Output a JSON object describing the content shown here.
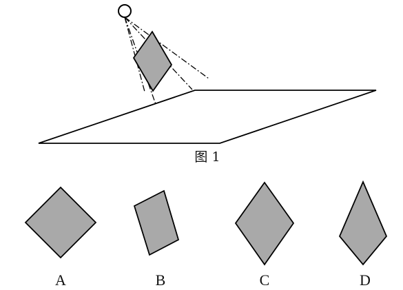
{
  "figure_caption": "图 1",
  "options": [
    {
      "letter": "A"
    },
    {
      "letter": "B"
    },
    {
      "letter": "C"
    },
    {
      "letter": "D"
    }
  ],
  "colors": {
    "shape_fill": "#a9a9a9",
    "stroke": "#000000",
    "background": "#ffffff"
  }
}
